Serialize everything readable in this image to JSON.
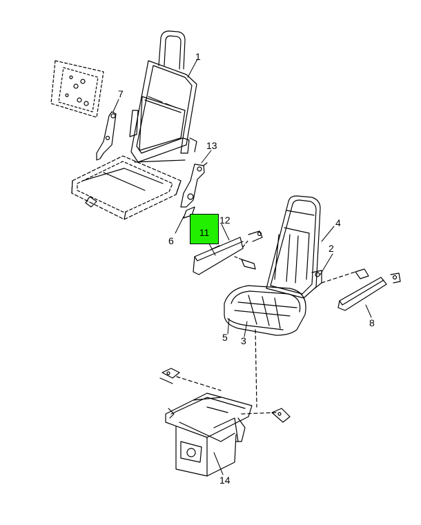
{
  "diagram": {
    "highlight_color": "#22ee00",
    "line_color": "#000000",
    "highlighted_part": "11",
    "callouts": [
      {
        "id": "c1",
        "label": "1"
      },
      {
        "id": "c2",
        "label": "2"
      },
      {
        "id": "c3",
        "label": "3"
      },
      {
        "id": "c4",
        "label": "4"
      },
      {
        "id": "c5",
        "label": "5"
      },
      {
        "id": "c6",
        "label": "6"
      },
      {
        "id": "c7",
        "label": "7"
      },
      {
        "id": "c8",
        "label": "8"
      },
      {
        "id": "c12",
        "label": "12"
      },
      {
        "id": "c13",
        "label": "13"
      },
      {
        "id": "c14",
        "label": "14"
      }
    ]
  }
}
